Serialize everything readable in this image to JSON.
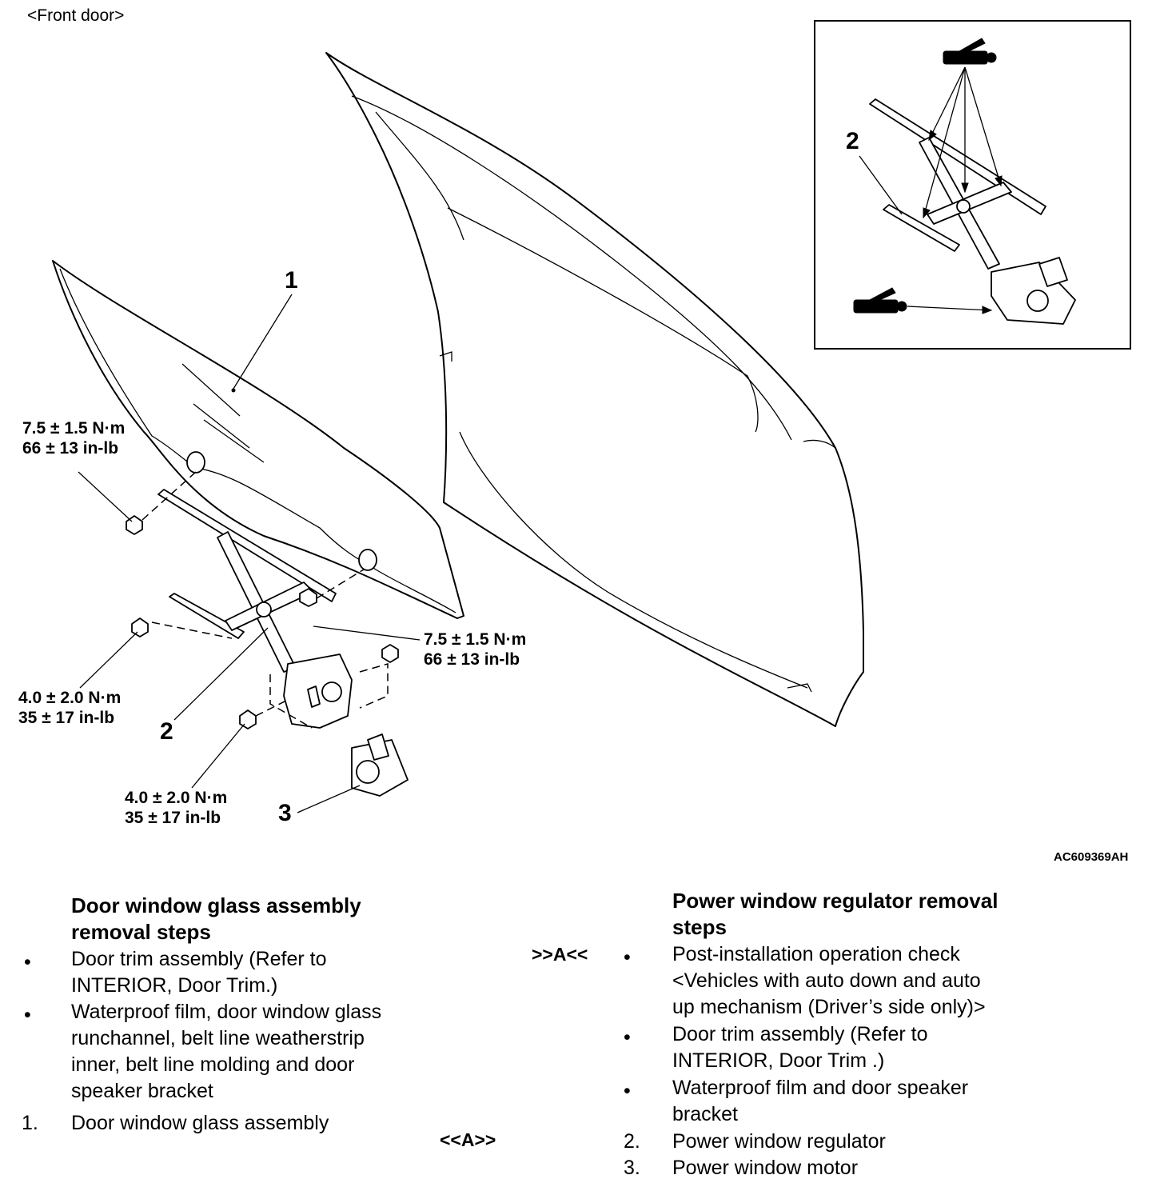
{
  "header": {
    "view_title": "<Front door>"
  },
  "diagram": {
    "callouts": [
      "1",
      "2",
      "3"
    ],
    "inset_callout": "2",
    "torque_specs": [
      {
        "nm": "7.5 ± 1.5 N·m",
        "inlb": "66 ± 13 in-lb"
      },
      {
        "nm": "7.5 ± 1.5 N·m",
        "inlb": "66 ± 13 in-lb"
      },
      {
        "nm": "4.0 ± 2.0 N·m",
        "inlb": "35 ± 17 in-lb"
      },
      {
        "nm": "4.0 ± 2.0 N·m",
        "inlb": "35 ± 17 in-lb"
      }
    ],
    "figure_code": "AC609369AH",
    "icons": [
      "grease-gun-icon"
    ]
  },
  "glass_steps": {
    "heading_line1": "Door window glass assembly",
    "heading_line2": "removal steps",
    "items": [
      {
        "marker": "•",
        "lines": [
          "Door trim assembly (Refer to",
          "INTERIOR, Door Trim.)"
        ]
      },
      {
        "marker": "•",
        "lines": [
          "Waterproof film, door window glass",
          "runchannel, belt line weatherstrip",
          "inner, belt line molding and door",
          "speaker bracket"
        ]
      },
      {
        "marker": "1.",
        "lines": [
          "Door window glass assembly"
        ]
      }
    ]
  },
  "regulator_steps": {
    "heading_line1": "Power window regulator removal",
    "heading_line2": "steps",
    "markers": {
      "post_install": ">>A<<",
      "regulator": "<<A>>"
    },
    "items": [
      {
        "marker": "•",
        "lines": [
          "Post-installation operation check",
          "<Vehicles with auto down and auto",
          "up mechanism (Driver’s side only)>"
        ]
      },
      {
        "marker": "•",
        "lines": [
          "Door trim assembly (Refer to",
          "INTERIOR, Door Trim .)"
        ]
      },
      {
        "marker": "•",
        "lines": [
          "Waterproof film and door speaker",
          "bracket"
        ]
      },
      {
        "marker": "2.",
        "lines": [
          "Power window regulator"
        ]
      },
      {
        "marker": "3.",
        "lines": [
          "Power window motor"
        ]
      }
    ]
  }
}
